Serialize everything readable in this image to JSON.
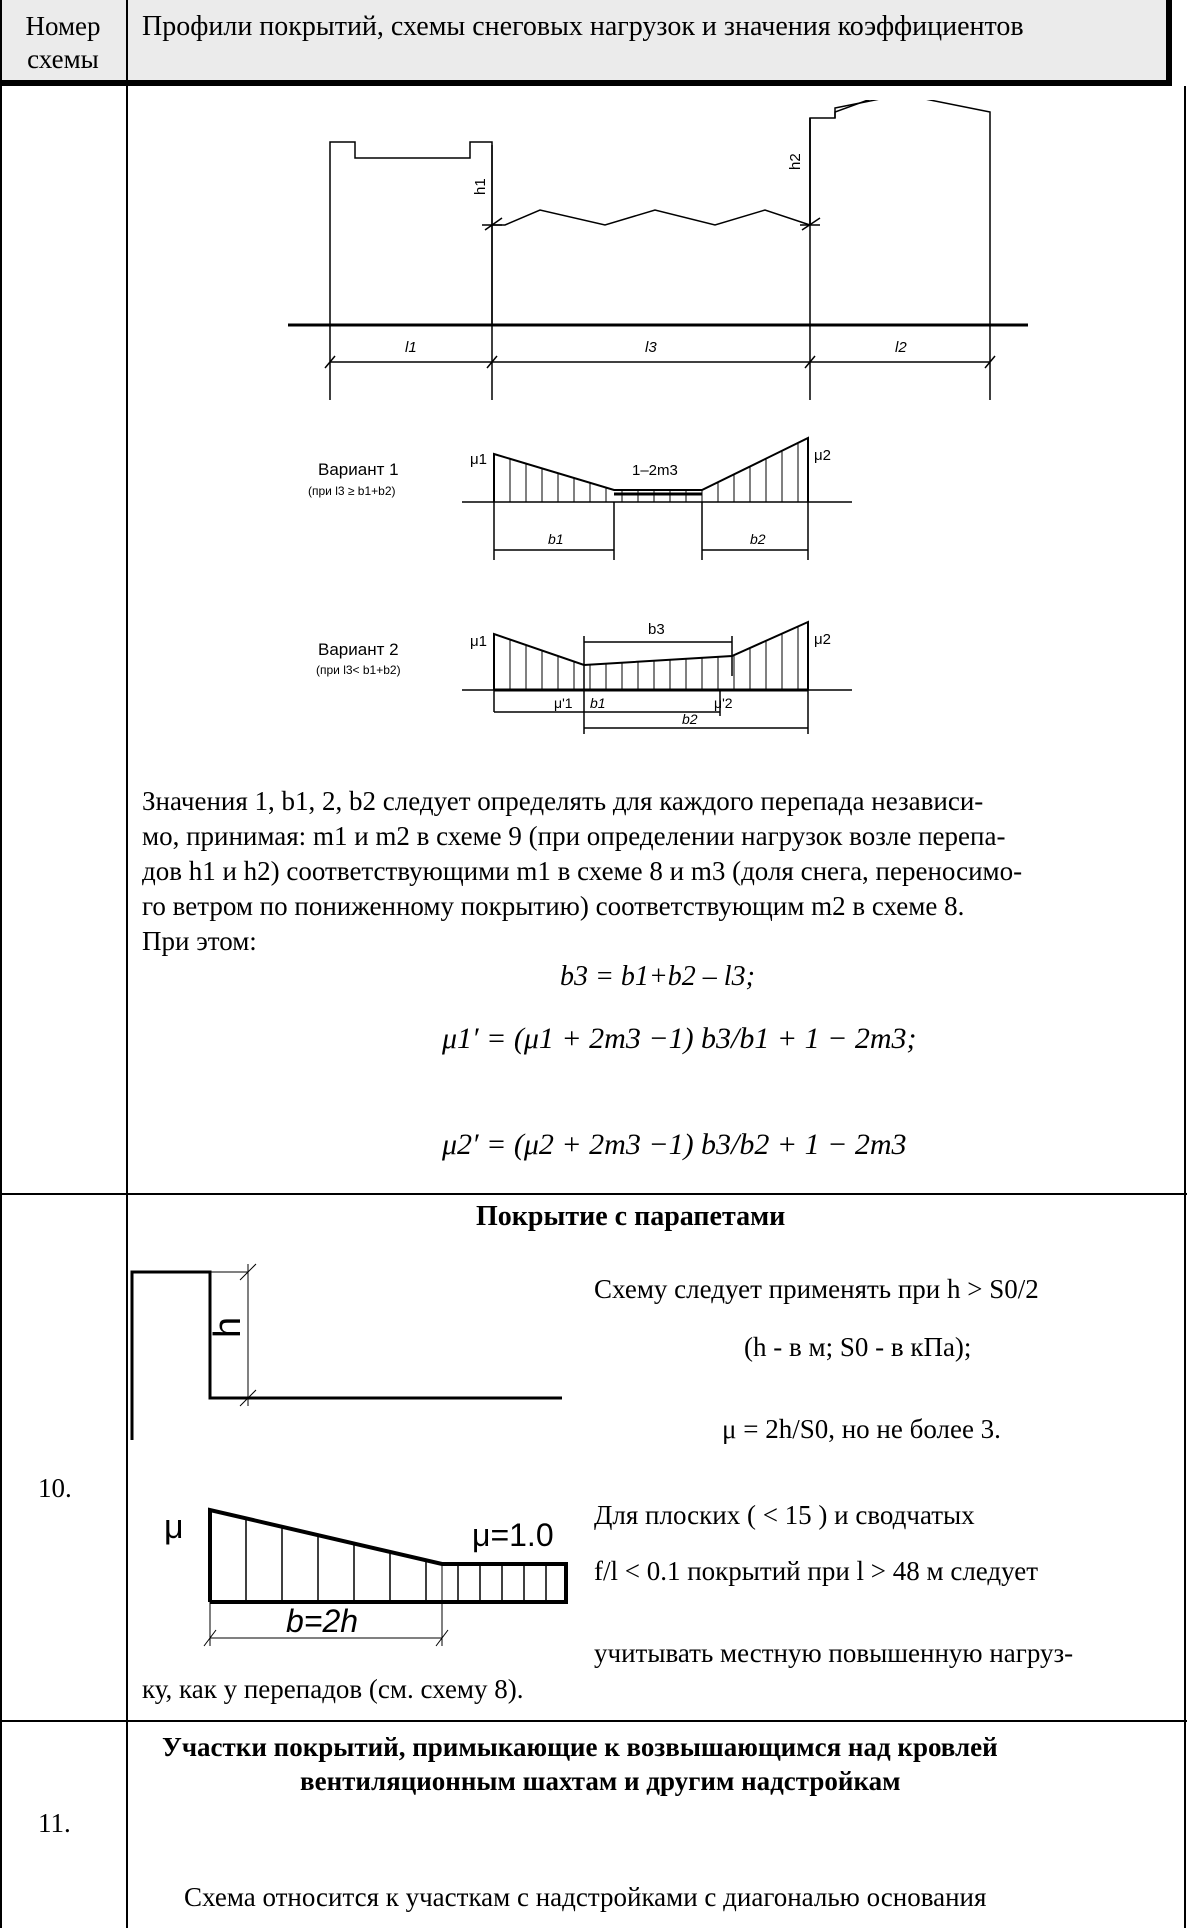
{
  "header": {
    "col1": "Номер схемы",
    "col2": "Профили покрытий, схемы снеговых нагрузок и значения коэффициентов"
  },
  "scheme9": {
    "dims": {
      "l1": "l1",
      "l3": "l3",
      "l2": "l2",
      "h1": "h1",
      "h2": "h2"
    },
    "variant1": {
      "title": "Вариант 1",
      "cond": "(при l3 ≥ b1+b2)",
      "mu1": "μ1",
      "mu2": "μ2",
      "mid": "1–2m3",
      "b1": "b1",
      "b2": "b2"
    },
    "variant2": {
      "title": "Вариант 2",
      "cond": "(при l3< b1+b2)",
      "mu1": "μ1",
      "mu2": "μ2",
      "b3": "b3",
      "mu1p": "μ'1",
      "mu2p": "μ'2",
      "b1": "b1",
      "b2": "b2"
    },
    "paragraph": [
      "Значения   1, b1,   2, b2 следует определять для каждого перепада независи-",
      "мо, принимая: m1 и m2 в схеме 9 (при определении нагрузок возле перепа-",
      "дов h1 и h2) соответствующими m1 в схеме 8 и m3 (доля снега, переносимо-",
      "го ветром по пониженному покрытию) соответствующим m2 в схеме 8.",
      "При этом:"
    ],
    "formula1": "b3 = b1+b2 – l3;",
    "formula2": "μ1′ = (μ1 + 2m3 −1) b3/b1 + 1 − 2m3;",
    "formula3": "μ2′ = (μ2 + 2m3 −1) b3/b2 + 1 − 2m3"
  },
  "scheme10": {
    "number": "10.",
    "title": "Покрытие с парапетами",
    "h_label": "h",
    "mu_label": "μ",
    "mu1_label": "μ=1.0",
    "b_label": "b=2h",
    "line1": "Схему следует применять при  h > S0/2",
    "line2": "(h - в м; S0 - в кПа);",
    "line3": "μ = 2h/S0, но не более 3.",
    "line4": "Для плоских (   < 15  ) и сводчатых",
    "line5": "f/l < 0.1  покрытий при l > 48 м следует",
    "line6": "учитывать местную повышенную нагруз-",
    "line7": "ку, как у перепадов (см. схему 8)."
  },
  "scheme11": {
    "number": "11.",
    "title1": "Участки покрытий, примыкающие к возвышающимся над кровлей",
    "title2": "вентиляционным шахтам и другим надстройкам",
    "text": "Схема относится к участкам с надстройками с диагональю основания"
  }
}
